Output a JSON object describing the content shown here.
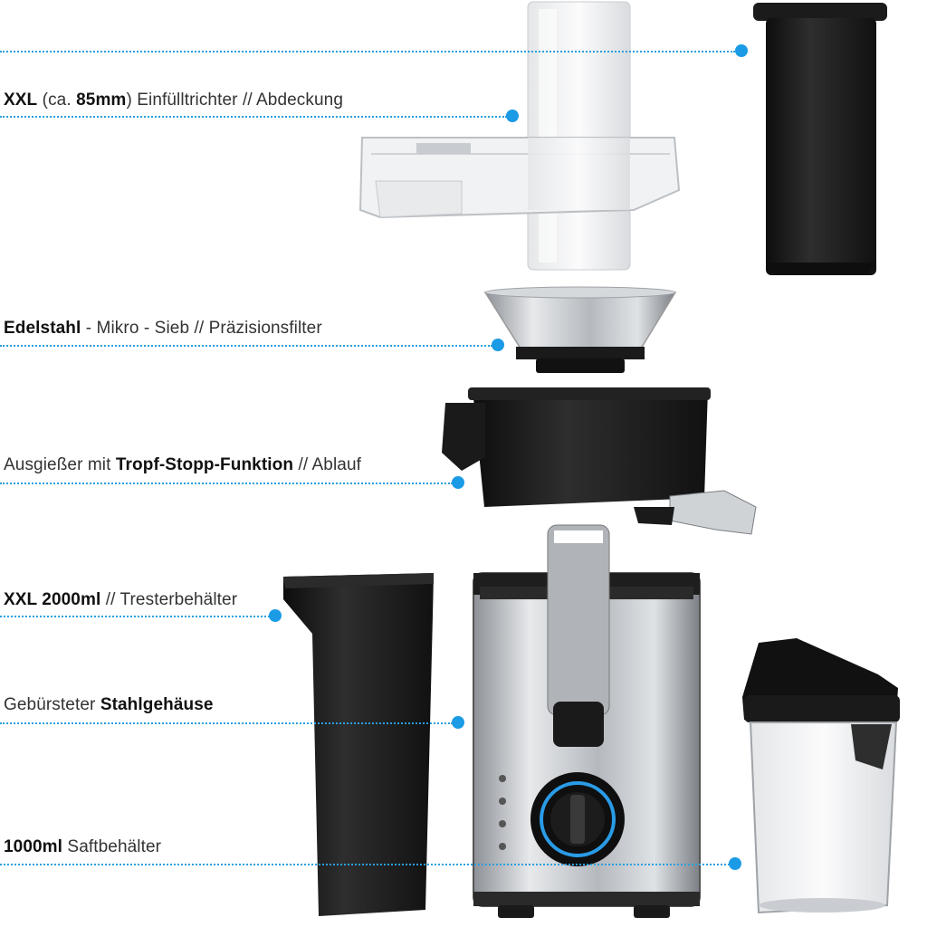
{
  "annotations": [
    {
      "id": "lid",
      "parts": [
        {
          "t": "XXL",
          "b": true
        },
        {
          "t": " (ca. ",
          "b": false
        },
        {
          "t": "85mm",
          "b": true
        },
        {
          "t": ") Einfülltrichter // Abdeckung",
          "b": false
        }
      ]
    },
    {
      "id": "sieve",
      "parts": [
        {
          "t": "Edelstahl",
          "b": true
        },
        {
          "t": " - Mikro - Sieb // Präzisionsfilter",
          "b": false
        }
      ]
    },
    {
      "id": "spout",
      "parts": [
        {
          "t": "Ausgießer mit ",
          "b": false
        },
        {
          "t": "Tropf-Stopp-Funktion",
          "b": true
        },
        {
          "t": " // Ablauf",
          "b": false
        }
      ]
    },
    {
      "id": "pulp",
      "parts": [
        {
          "t": "XXL 2000ml",
          "b": true
        },
        {
          "t": " // Tresterbehälter",
          "b": false
        }
      ]
    },
    {
      "id": "housing",
      "parts": [
        {
          "t": "Gebürsteter ",
          "b": false
        },
        {
          "t": "Stahlgehäuse",
          "b": true
        }
      ]
    },
    {
      "id": "juice",
      "parts": [
        {
          "t": "1000ml",
          "b": true
        },
        {
          "t": " Saftbehälter",
          "b": false
        }
      ]
    }
  ],
  "colors": {
    "accent": "#1b9be6",
    "steel": "#bfc3c7",
    "black": "#1a1a1a"
  },
  "icons": [
    "pusher-icon",
    "lid-icon",
    "sieve-icon",
    "spout-bowl-icon",
    "pulp-container-icon",
    "motor-base-icon",
    "juice-jug-icon",
    "speed-dial-icon"
  ]
}
